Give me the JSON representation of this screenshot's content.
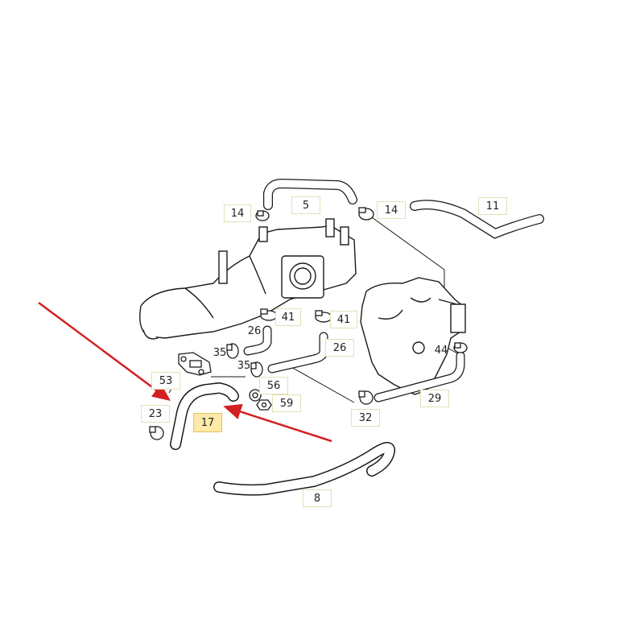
{
  "parts": [
    {
      "id": "p14a",
      "num": "14"
    },
    {
      "id": "p5",
      "num": "5"
    },
    {
      "id": "p14b",
      "num": "14"
    },
    {
      "id": "p11",
      "num": "11"
    },
    {
      "id": "p41a",
      "num": "41"
    },
    {
      "id": "p41b",
      "num": "41"
    },
    {
      "id": "p26a",
      "num": "26"
    },
    {
      "id": "p26b",
      "num": "26"
    },
    {
      "id": "p35a",
      "num": "35"
    },
    {
      "id": "p35b",
      "num": "35"
    },
    {
      "id": "p44",
      "num": "44"
    },
    {
      "id": "p53",
      "num": "53"
    },
    {
      "id": "p56",
      "num": "56"
    },
    {
      "id": "p59",
      "num": "59"
    },
    {
      "id": "p29",
      "num": "29"
    },
    {
      "id": "p23",
      "num": "23"
    },
    {
      "id": "p17",
      "num": "17",
      "highlighted": true
    },
    {
      "id": "p32",
      "num": "32"
    },
    {
      "id": "p8",
      "num": "8"
    }
  ],
  "colors": {
    "arrow": "#d42020",
    "highlight": "#fde9a8",
    "line": "#1a1a1a"
  }
}
